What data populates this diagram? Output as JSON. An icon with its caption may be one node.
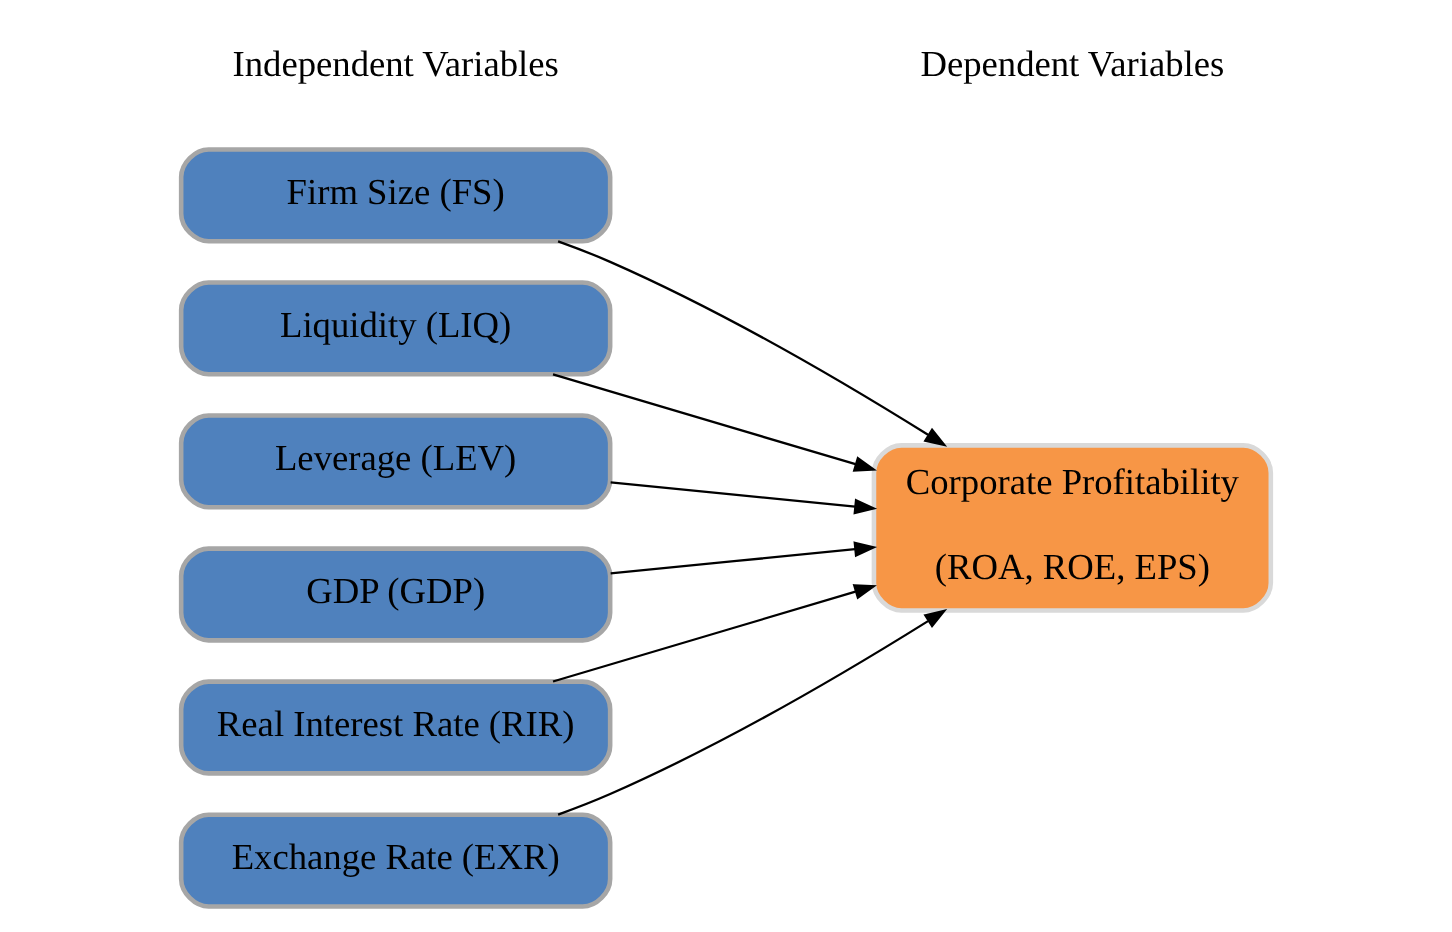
{
  "diagram": {
    "nodes": [
      {
        "text": [
          "Firm Size (FS)"
        ]
      },
      {
        "text": [
          "Liquidity (LIQ)"
        ]
      },
      {
        "text": [
          "Leverage (LEV)"
        ]
      },
      {
        "text": [
          "GDP (GDP)"
        ]
      },
      {
        "text": [
          "Real Interest Rate (RIR)"
        ]
      },
      {
        "text": [
          "Exchange Rate (EXR)"
        ]
      },
      {
        "text": [
          "Corporate Profitability",
          "(ROA, ROE, EPS)"
        ]
      }
    ],
    "edges": [
      {
        "from": 0,
        "to": 6,
        "arrow": "to"
      },
      {
        "from": 1,
        "to": 6,
        "arrow": "to"
      },
      {
        "from": 2,
        "to": 6,
        "arrow": "to"
      },
      {
        "from": 3,
        "to": 6,
        "arrow": "to"
      },
      {
        "from": 4,
        "to": 6,
        "arrow": "to"
      },
      {
        "from": 5,
        "to": 6,
        "arrow": "to"
      }
    ],
    "labels": [
      "Independent Variables",
      "Dependent Variables"
    ]
  }
}
